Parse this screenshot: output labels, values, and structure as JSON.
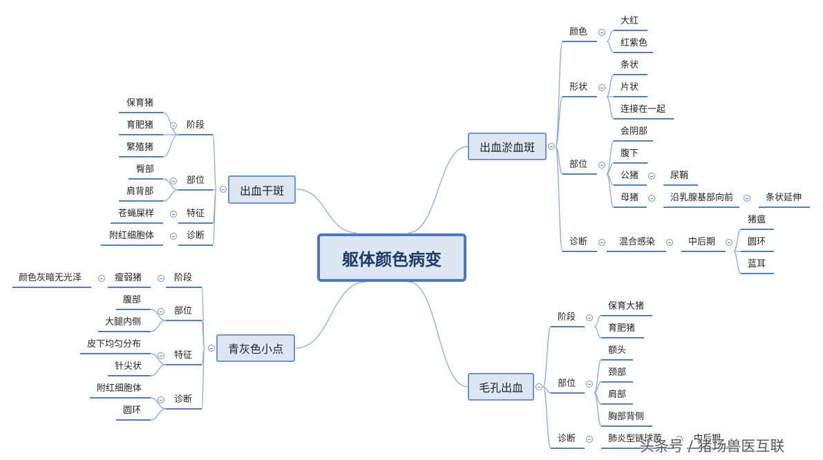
{
  "center": "躯体颜色病变",
  "branches": {
    "hemorrhage_spots": {
      "title": "出血淤血斑",
      "color": {
        "label": "颜色",
        "items": [
          "大红",
          "红紫色"
        ]
      },
      "shape": {
        "label": "形状",
        "items": [
          "条状",
          "片状",
          "连接在一起"
        ]
      },
      "site": {
        "label": "部位",
        "perineum": "会阴部",
        "abdomen": "腹下",
        "boar": "公猪",
        "boar_detail": "尿鞘",
        "sow": "母猪",
        "sow_detail": "沿乳腺基部向前",
        "sow_detail2": "条状延伸"
      },
      "diagnosis": {
        "label": "诊断",
        "mixed": "混合感染",
        "stage": "中后期",
        "items": [
          "猪瘟",
          "圆环",
          "蓝耳"
        ]
      }
    },
    "dry_hemorrhage": {
      "title": "出血干斑",
      "stage": {
        "label": "阶段",
        "items": [
          "保育猪",
          "育肥猪",
          "繁殖猪"
        ]
      },
      "site": {
        "label": "部位",
        "items": [
          "臀部",
          "肩背部"
        ]
      },
      "feature": {
        "label": "特征",
        "item": "苍蝇屎样"
      },
      "diagnosis": {
        "label": "诊断",
        "item": "附红细胞体"
      }
    },
    "blue_grey_dots": {
      "title": "青灰色小点",
      "stage": {
        "label": "阶段",
        "sub": "瘦弱猪",
        "subsub": "颜色灰暗无光泽"
      },
      "site": {
        "label": "部位",
        "items": [
          "腹部",
          "大腿内侧"
        ]
      },
      "feature": {
        "label": "特征",
        "items": [
          "皮下均匀分布",
          "针尖状"
        ]
      },
      "diagnosis": {
        "label": "诊断",
        "items": [
          "附红细胞体",
          "圆环"
        ]
      }
    },
    "pore_bleeding": {
      "title": "毛孔出血",
      "stage": {
        "label": "阶段",
        "items": [
          "保育大猪",
          "育肥猪"
        ]
      },
      "site": {
        "label": "部位",
        "items": [
          "额头",
          "颈部",
          "肩部",
          "胸部背侧"
        ]
      },
      "diagnosis": {
        "label": "诊断",
        "item": "肺炎型链球菌",
        "stage": "中后期"
      }
    }
  },
  "watermark": "头条号 / 猪场兽医互联",
  "colors": {
    "link": "#7fa6d6",
    "underline": "#4f7dbd",
    "node_fill": "#dde6f3",
    "node_border": "#6a93cf",
    "center_border": "#4a78c4",
    "center_text": "#1f3b6b"
  }
}
